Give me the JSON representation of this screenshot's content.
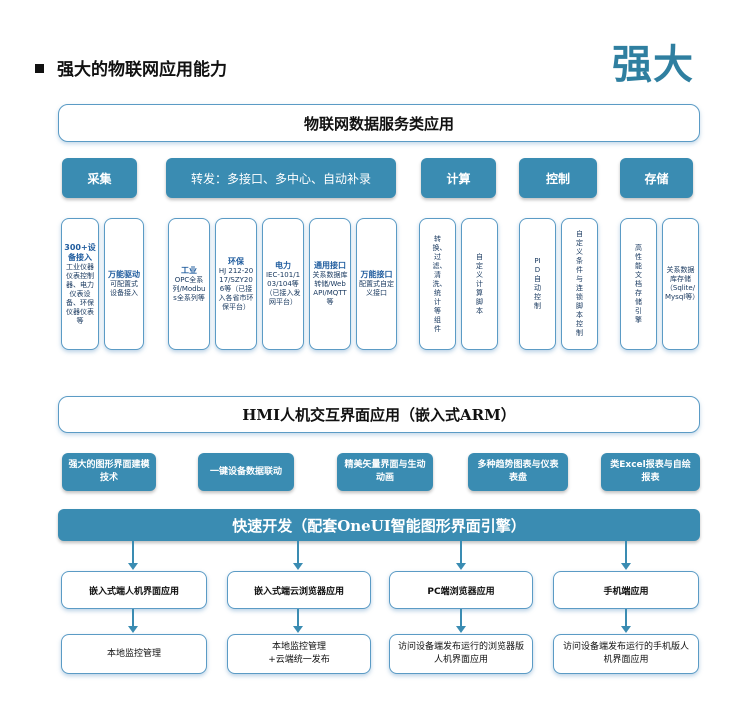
{
  "header": {
    "title": "强大的物联网应用能力",
    "big_word": "强大"
  },
  "iot": {
    "banner": "物联网数据服务类应用",
    "categories": [
      {
        "label": "采集"
      },
      {
        "label": "转发：多接口、多中心、自动补录"
      },
      {
        "label": "计算"
      },
      {
        "label": "控制"
      },
      {
        "label": "存储"
      }
    ],
    "cards": [
      {
        "title": "300+设备接入",
        "body": "工业仪器仪表控制器、电力仪表设备、环保仪器仪表等"
      },
      {
        "title": "万能驱动",
        "body": "可配置式设备接入"
      },
      {
        "title": "工业",
        "body": "OPC全系列/Modbus全系列等"
      },
      {
        "title": "环保",
        "body": "HJ 212-2017/SZY206等（已接入各省市环保平台）"
      },
      {
        "title": "电力",
        "body": "IEC-101/103/104等（已接入发网平台）"
      },
      {
        "title": "通用接口",
        "body": "关系数据库转储/WebAPI/MQTT等"
      },
      {
        "title": "万能接口",
        "body": "配置式自定义接口"
      },
      {
        "title": "",
        "body": "转换、过滤、清洗、统计等组件"
      },
      {
        "title": "",
        "body": "自定义计算脚本"
      },
      {
        "title": "",
        "body": "PID自动控制"
      },
      {
        "title": "",
        "body": "自定义条件与连锁脚本控制"
      },
      {
        "title": "",
        "body": "高性能文档存储引擎"
      },
      {
        "title": "",
        "body": "关系数据库存储（Sqlite/Mysql等）"
      }
    ]
  },
  "hmi": {
    "banner": "HMI人机交互界面应用（嵌入式ARM）",
    "features": [
      {
        "label": "强大的图形界面建模技术"
      },
      {
        "label": "一键设备数据联动"
      },
      {
        "label": "精美矢量界面与生动动画"
      },
      {
        "label": "多种趋势图表与仪表表盘"
      },
      {
        "label": "类Excel报表与自绘报表"
      }
    ]
  },
  "quick": {
    "label": "快速开发（配套OneUI智能图形界面引擎）",
    "columns": [
      {
        "title": "嵌入式端人机界面应用",
        "desc": "本地监控管理"
      },
      {
        "title": "嵌入式端云浏览器应用",
        "desc": "本地监控管理\n+云端统一发布"
      },
      {
        "title": "PC端浏览器应用",
        "desc": "访问设备端发布运行的浏览器版人机界面应用"
      },
      {
        "title": "手机端应用",
        "desc": "访问设备端发布运行的手机版人机界面应用"
      }
    ]
  },
  "colors": {
    "accent": "#3a8cb2",
    "big_word": "#2f7fa0",
    "border": "#5b9bc5"
  }
}
